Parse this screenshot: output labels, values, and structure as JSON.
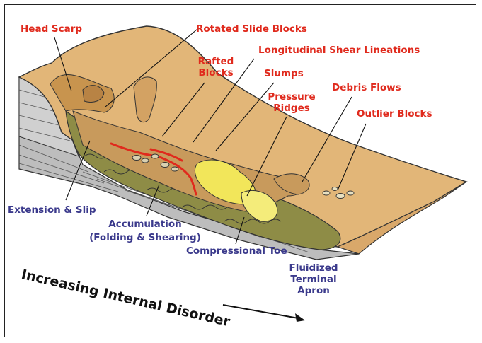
{
  "labels": {
    "head_scarp": "Head Scarp",
    "rotated_slide_blocks": "Rotated Slide Blocks",
    "rafted_blocks_1": "Rafted",
    "rafted_blocks_2": "Blocks",
    "longitudinal_shear": "Longitudinal Shear Lineations",
    "slumps": "Slumps",
    "pressure_ridges_1": "Pressure",
    "pressure_ridges_2": "Ridges",
    "debris_flows": "Debris Flows",
    "outlier_blocks": "Outlier Blocks",
    "extension_slip": "Extension & Slip",
    "accumulation_1": "Accumulation",
    "accumulation_2": "(Folding & Shearing)",
    "compressional_toe": "Compressional Toe",
    "fluidized_1": "Fluidized",
    "fluidized_2": "Terminal",
    "fluidized_3": "Apron",
    "axis": "Increasing Internal Disorder"
  },
  "colors": {
    "label_red": "#e02a1d",
    "label_blue": "#3b3a8c",
    "surface_tan": "#e2b678",
    "slide_olive": "#8e8c46",
    "slump_yellow": "#f2e65a",
    "shear_line_red": "#e02a1d",
    "strata_grey": "#b8b8b8"
  }
}
